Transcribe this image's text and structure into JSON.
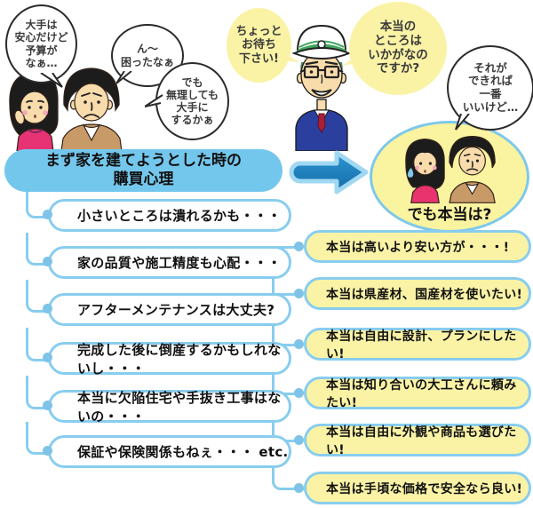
{
  "title_banner": "まず家を建てようとした時の\n購買心理",
  "speech_bubbles": {
    "wife_budget": "大手は\n安心だけど\n予算が\nなぁ…",
    "husband_trouble": "ん〜\n困ったなぁ",
    "husband_compromise": "でも\n無理しても\n大手に\nするかぁ",
    "engineer_wait": "ちょっと\nお待ち\n下さい!",
    "engineer_ask": "本当の\nところは\nいかがなの\nですか?",
    "couple_wish": "それが\nできれば\n一番\nいいけど…"
  },
  "circle_caption": "でも本当は?",
  "concerns": [
    "小さいところは潰れるかも・・・",
    "家の品質や施工精度も心配・・・",
    "アフターメンテナンスは大丈夫?",
    "完成した後に倒産するかもしれないし・・・",
    "本当に欠陥住宅や手抜き工事はないの・・・",
    "保証や保険関係もねぇ・・・ etc."
  ],
  "wishes": [
    "本当は高いより安い方が・・・!",
    "本当は県産材、国産材を使いたい!",
    "本当は自由に設計、プランにしたい!",
    "本当は知り合いの大工さんに頼みたい!",
    "本当は自由に外観や商品も選びたい!",
    "本当は手頃な価格で安全なら良い!"
  ],
  "illustrations": {
    "worried_couple": "worried-couple-illustration",
    "engineer": "engineer-with-cap-illustration",
    "honest_couple": "honest-couple-illustration"
  },
  "colors": {
    "banner_blue": "#74C7EC",
    "line_blue": "#88CDEF",
    "dot_blue": "#7EC4E8",
    "arrow_blue": "#1E86C6",
    "light_yellow": "#FAF3A6",
    "circle_yellow": "#FAF3A0",
    "pink_top": "#E73274",
    "tan_top": "#C89A68",
    "navy_jacket": "#2B3F9E"
  }
}
